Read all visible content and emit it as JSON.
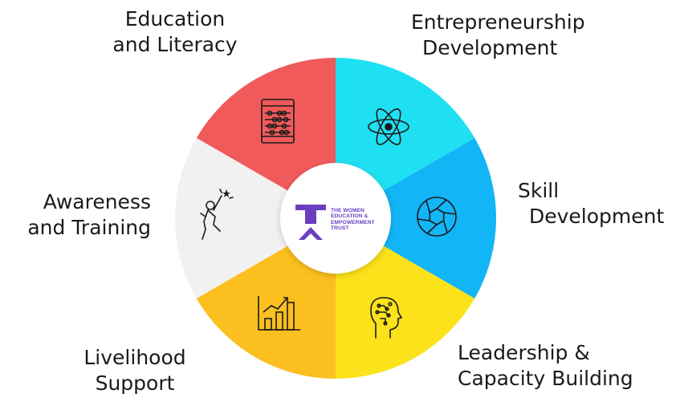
{
  "segments": [
    {
      "id": "education",
      "lines": [
        "Education",
        "and Literacy"
      ],
      "color": "#f05a5a",
      "icon": "abacus-icon"
    },
    {
      "id": "entrepreneurship",
      "lines": [
        "Entrepreneurship",
        "Development"
      ],
      "color": "#1fe0f2",
      "icon": "atom-icon"
    },
    {
      "id": "skill",
      "lines": [
        "Skill",
        "Development"
      ],
      "color": "#12b5f5",
      "icon": "camera-aperture-icon"
    },
    {
      "id": "leadership",
      "lines": [
        "Leadership &",
        "Capacity Building"
      ],
      "color": "#fbe21a",
      "icon": "brain-circuit-head-icon"
    },
    {
      "id": "livelihood",
      "lines": [
        "Livelihood",
        "Support"
      ],
      "color": "#fbbf1f",
      "icon": "growth-chart-icon"
    },
    {
      "id": "awareness",
      "lines": [
        "Awareness",
        "and Training"
      ],
      "color": "#f1f1f1",
      "icon": "reaching-star-person-icon"
    }
  ],
  "logo": {
    "lines": [
      "THE WOMEN",
      "EDUCATION &",
      "EMPOWERMENT",
      "TRUST"
    ],
    "color": "#6a3fbf",
    "icon": "trust-logo-icon"
  }
}
